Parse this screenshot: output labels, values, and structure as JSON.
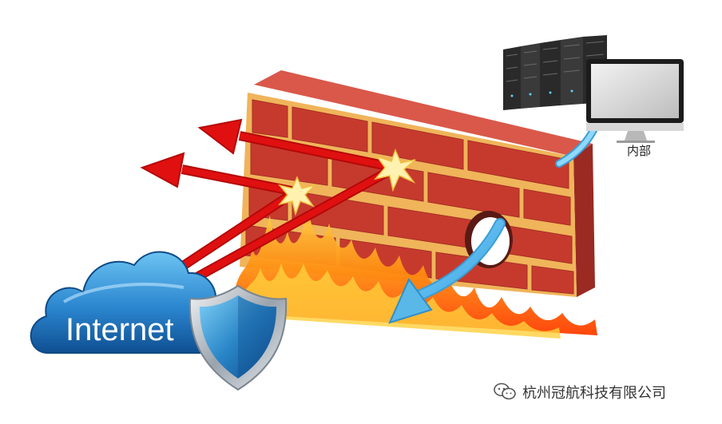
{
  "diagram": {
    "internet_label": "Internet",
    "inside_label": "内部",
    "watermark_text": "杭州冠航科技有限公司"
  },
  "icons": {
    "cloud": "cloud-icon",
    "shield": "shield-icon",
    "server": "server-rack-icon",
    "monitor": "monitor-icon",
    "wechat": "wechat-icon"
  },
  "colors": {
    "brick": "#c63a2e",
    "mortar": "#f0b45a",
    "attack_arrow": "#e01010",
    "allowed_arrow": "#5ab8e8",
    "cloud": "#1f6fb5",
    "shield": "#2a86c8",
    "fire": "#ff7a10"
  }
}
